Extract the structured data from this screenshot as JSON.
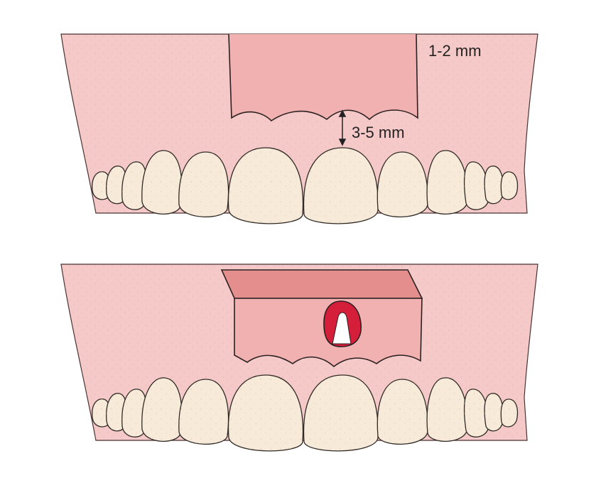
{
  "colors": {
    "background": "#ffffff",
    "gingiva": "#f6c9c9",
    "gingiva_outline": "#3a2a2a",
    "flap": "#f2b1b1",
    "flap_top": "#e58e8e",
    "tooth": "#f8ead9",
    "tooth_outline": "#2f2a26",
    "implant_ring": "#d41e3a",
    "implant_core": "#ffffff"
  },
  "annotations": {
    "flap_margin": "1-2 mm",
    "flap_height": "3-5 mm"
  },
  "panels": [
    {
      "name": "incision-outline",
      "flap": "outlined"
    },
    {
      "name": "flap-reflected",
      "flap": "raised",
      "implant_visible": true
    }
  ]
}
